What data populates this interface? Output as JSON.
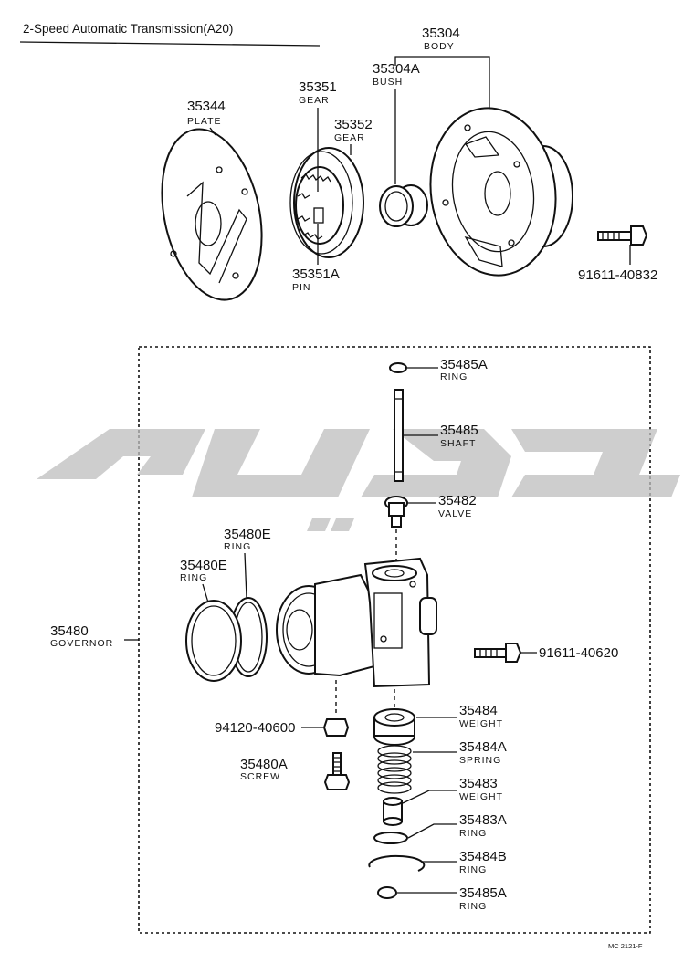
{
  "header": {
    "title": "2-Speed Automatic Transmission(A20)"
  },
  "code": "MC 2121-F",
  "parts": {
    "p35304": {
      "number": "35304",
      "name": "BODY"
    },
    "p35304a": {
      "number": "35304A",
      "name": "BUSH"
    },
    "p35351": {
      "number": "35351",
      "name": "GEAR"
    },
    "p35352": {
      "number": "35352",
      "name": "GEAR"
    },
    "p35344": {
      "number": "35344",
      "name": "PLATE"
    },
    "p35351a": {
      "number": "35351A",
      "name": "PIN"
    },
    "p91611_40832": {
      "number": "91611-40832"
    },
    "p35485a_top": {
      "number": "35485A",
      "name": "RING"
    },
    "p35485": {
      "number": "35485",
      "name": "SHAFT"
    },
    "p35482": {
      "number": "35482",
      "name": "VALVE"
    },
    "p35480e_1": {
      "number": "35480E",
      "name": "RING"
    },
    "p35480e_2": {
      "number": "35480E",
      "name": "RING"
    },
    "p35480": {
      "number": "35480",
      "name": "GOVERNOR"
    },
    "p91611_40620": {
      "number": "91611-40620"
    },
    "p35484": {
      "number": "35484",
      "name": "WEIGHT"
    },
    "p94120_40600": {
      "number": "94120-40600"
    },
    "p35484a": {
      "number": "35484A",
      "name": "SPRING"
    },
    "p35480a": {
      "number": "35480A",
      "name": "SCREW"
    },
    "p35483": {
      "number": "35483",
      "name": "WEIGHT"
    },
    "p35483a": {
      "number": "35483A",
      "name": "RING"
    },
    "p35484b": {
      "number": "35484B",
      "name": "RING"
    },
    "p35485a_bot": {
      "number": "35485A",
      "name": "RING"
    }
  },
  "icons": {
    "watermark": "watermark-logo-icon"
  }
}
